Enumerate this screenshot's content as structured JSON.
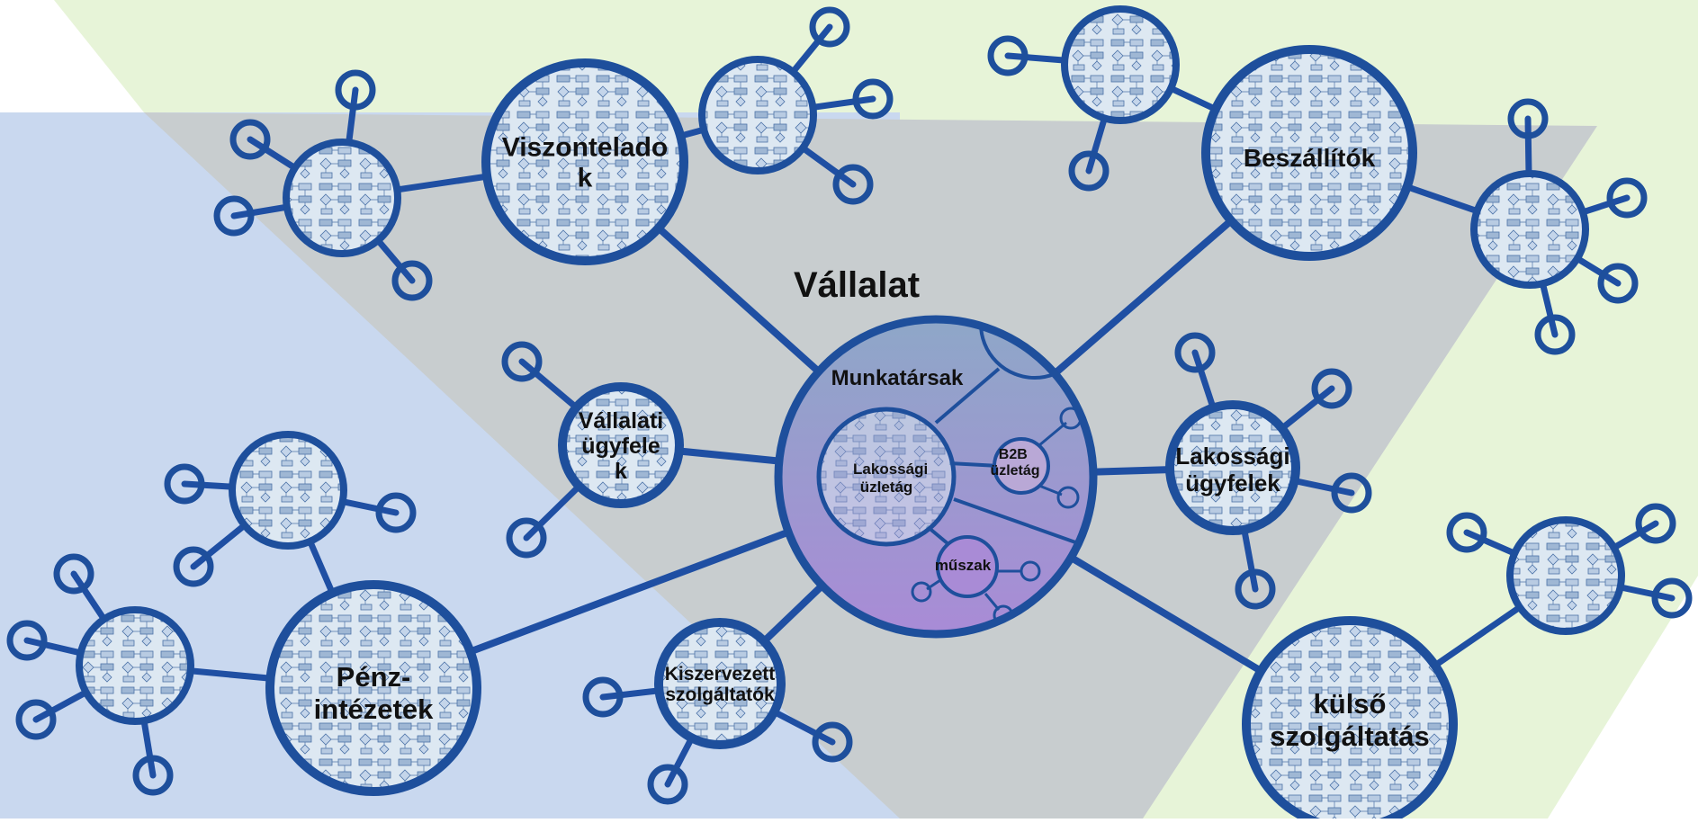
{
  "diagram": {
    "title": "Vállalat",
    "colors": {
      "line": "#1f4fa3",
      "satellite_stroke": "#1e4f9c",
      "bg_blue": "#c9d8ef",
      "bg_green": "#e7f4d8",
      "bg_gray": "#c8cdcf",
      "center_top": "#8ea7c8",
      "center_bottom": "#a98bd6",
      "bubble_fill": "#dde8f2"
    },
    "center": {
      "inner_labels": {
        "staff": "Munkatársak",
        "retail": [
          "Lakossági",
          "üzletág"
        ],
        "b2b": [
          "B2B",
          "üzletág"
        ],
        "tech": "műszak"
      }
    },
    "nodes": [
      {
        "id": "resellers",
        "label": [
          "Viszontelado",
          "k"
        ]
      },
      {
        "id": "suppliers",
        "label": [
          "Beszállítók"
        ]
      },
      {
        "id": "corporate",
        "label": [
          "Vállalati",
          "ügyfele",
          "k"
        ]
      },
      {
        "id": "consumers",
        "label": [
          "Lakossági",
          "ügyfelek"
        ]
      },
      {
        "id": "banks",
        "label": [
          "Pénz-",
          "intézetek"
        ]
      },
      {
        "id": "outsourced",
        "label": [
          "Kiszervezett",
          "szolgáltatók"
        ]
      },
      {
        "id": "external",
        "label": [
          "külső",
          "szolgáltatás"
        ]
      }
    ]
  }
}
